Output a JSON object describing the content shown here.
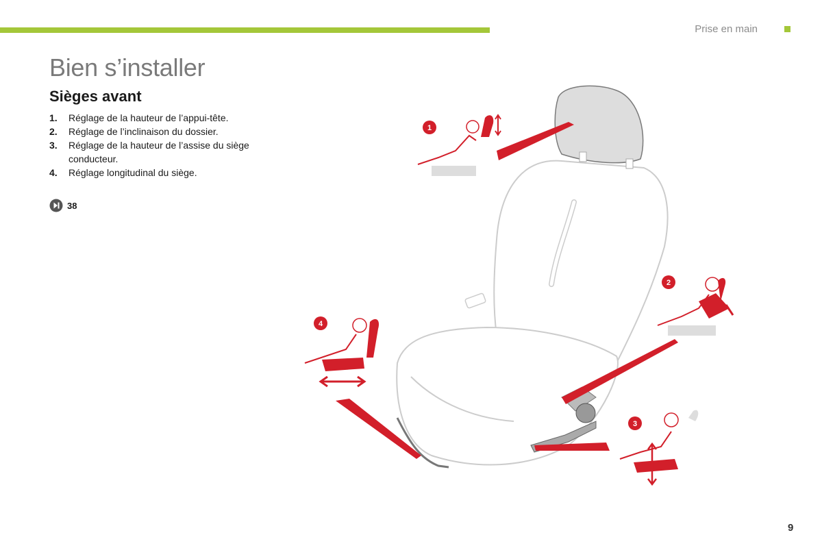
{
  "header": {
    "section_label": "Prise en main",
    "accent_color": "#a4c739"
  },
  "page": {
    "title": "Bien s’installer",
    "subtitle": "Sièges avant",
    "page_number": "9"
  },
  "steps": [
    {
      "num": "1.",
      "text": "Réglage de la hauteur de l’appui-tête."
    },
    {
      "num": "2.",
      "text": "Réglage de l’inclinaison du dossier."
    },
    {
      "num": "3.",
      "text": "Réglage de la hauteur de l’assise du siège conducteur."
    },
    {
      "num": "4.",
      "text": "Réglage longitudinal du siège."
    }
  ],
  "reference": {
    "icon": "next-page-icon",
    "page": "38"
  },
  "illustration": {
    "badges": [
      "1",
      "2",
      "3",
      "4"
    ],
    "accent_red": "#d21f2a",
    "seat_outline": "#cccccc"
  }
}
